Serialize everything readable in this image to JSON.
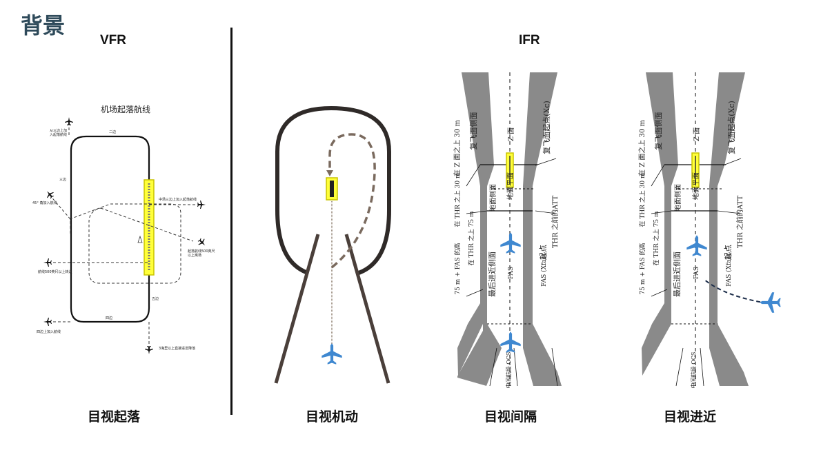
{
  "page": {
    "title": "背景"
  },
  "headers": {
    "vfr": "VFR",
    "ifr": "IFR"
  },
  "captions": {
    "p1": "目视起落",
    "p2": "目视机动",
    "p3": "目视间隔",
    "p4": "目视进近"
  },
  "circuit": {
    "title": "机场起落航线",
    "labels": {
      "l1": "从三边上加\n入起落航线",
      "l2": "二边",
      "l3": "三边",
      "l4": "45° 角加入航线",
      "l5": "中场三边上加入起落航线",
      "l6": "起落航线500英尺\n以上离场",
      "l7": "航线500英尺以上转边",
      "l8": "五边",
      "l9": "四边",
      "l10": "四边上加入航线",
      "l11": "3海里以上直接进近降落"
    }
  },
  "ifr_labels": {
    "missed_side": "复飞面侧面",
    "z_surface": "Z 面",
    "missed_start": "复飞面起点(Xc)",
    "z_above": "在 Z 面之上 30 m",
    "ground_side": "地面侧面",
    "ground_plane": "地面平面",
    "thr_above_30": "在 THR 之上 30 m",
    "thr_above_75": "在 THR 之上 75 m",
    "att_before": "THR 之前的ATT",
    "start": "起点",
    "fas_height": "75 m + FAS 的高",
    "final_side": "最后进近侧面",
    "fas": "FAS",
    "fas_x": "FAS (Xfas)",
    "ocs": "中间航段 OCS"
  }
}
